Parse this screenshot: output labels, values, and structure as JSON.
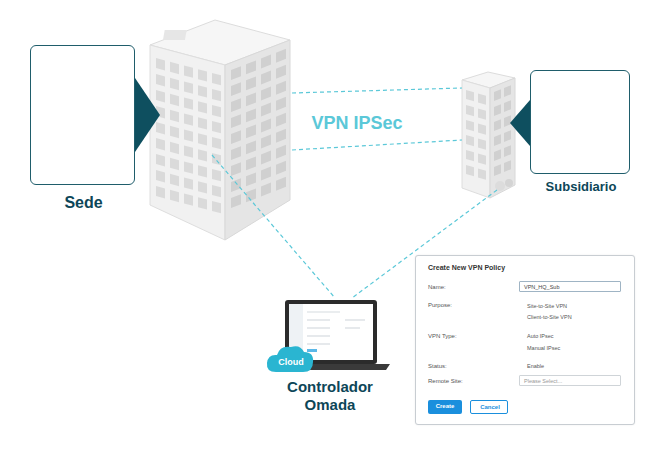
{
  "diagram": {
    "nodes": [
      {
        "text": [
          "Sede"
        ]
      },
      {
        "text": [
          "Subsidiario"
        ]
      },
      {
        "text": [
          "Cloud"
        ]
      },
      {
        "text": [
          "Create New VPN Policy",
          "Name:",
          "Purpose:",
          "Site-to-Site VPN",
          "Client-to-Site VPN",
          "VPN Type:",
          "Auto IPsec",
          "Manual IPsec",
          "Status:",
          "Enable",
          "Remote Site:"
        ]
      },
      {
        "text": [
          "VPN_HQ_Sub"
        ],
        "in": 3
      },
      {
        "text": [
          "Please Select..."
        ],
        "in": 3
      },
      {
        "text": [
          "Create"
        ],
        "in": 3
      },
      {
        "text": [
          "Cancel"
        ],
        "in": 3
      }
    ],
    "labels": [
      "VPN IPSec",
      "Controlador Omada"
    ]
  }
}
